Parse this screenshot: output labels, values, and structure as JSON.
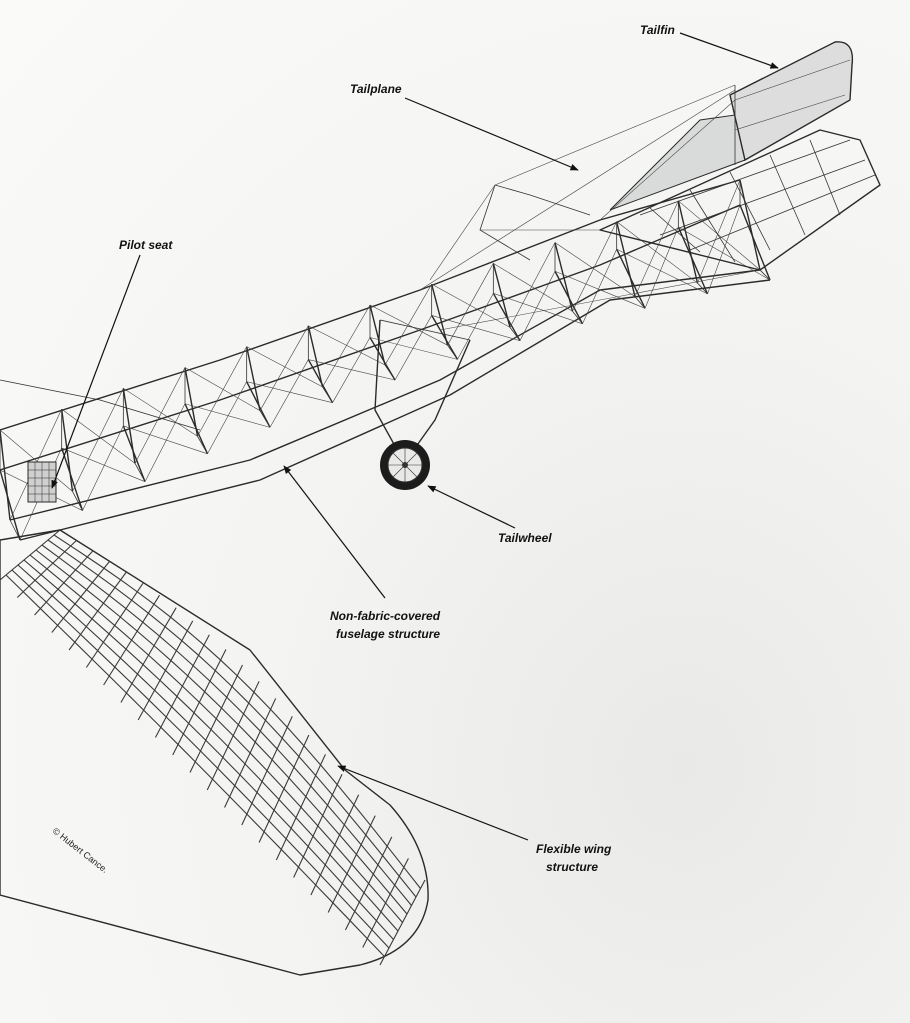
{
  "callouts": [
    {
      "id": "tailfin",
      "label": "Tailfin"
    },
    {
      "id": "tailplane",
      "label": "Tailplane"
    },
    {
      "id": "pilot-seat",
      "label": "Pilot seat"
    },
    {
      "id": "tailwheel",
      "label": "Tailwheel"
    },
    {
      "id": "fuselage",
      "label_line1": "Non-fabric-covered",
      "label_line2": "fuselage structure"
    },
    {
      "id": "wing",
      "label_line1": "Flexible wing",
      "label_line2": "structure"
    }
  ],
  "credit": "© Hubert Cance.",
  "colors": {
    "line": "#2b2b2b",
    "fabric": "#d9dada",
    "wheel": "#1c1c1c",
    "background": "#f6f6f4"
  }
}
